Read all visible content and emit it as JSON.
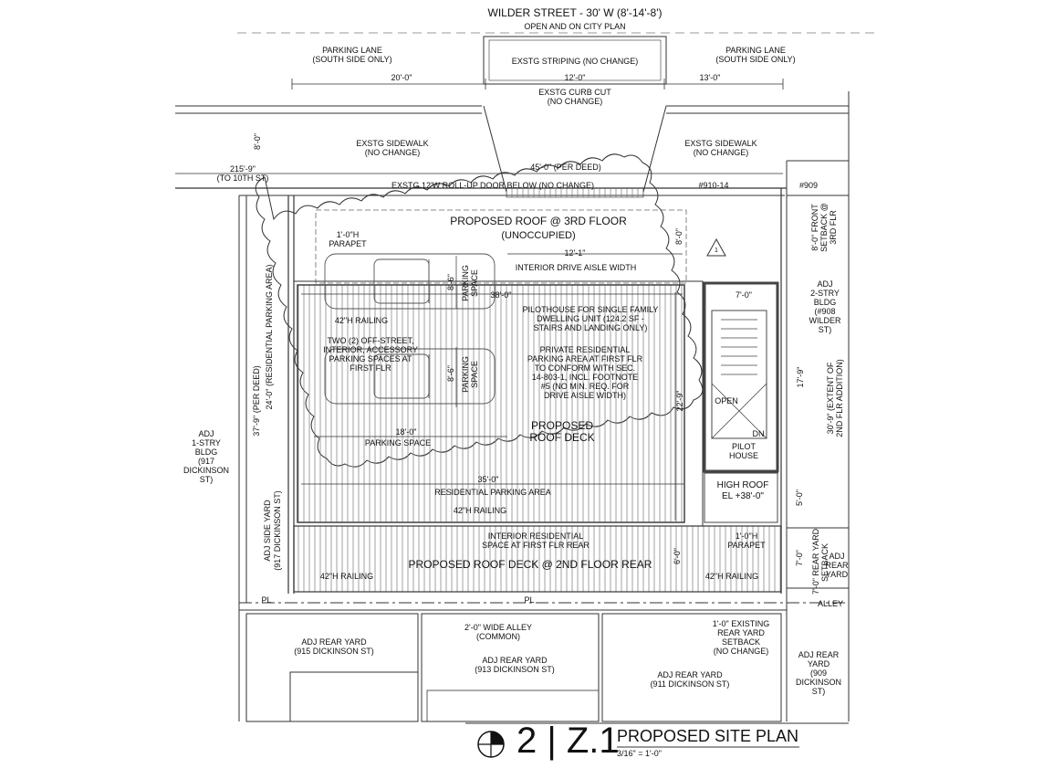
{
  "street": {
    "name": "WILDER STREET - 30' W (8'-14'-8')",
    "note": "OPEN AND ON CITY PLAN"
  },
  "labels": {
    "parking_lane_left": "PARKING LANE\n(SOUTH SIDE ONLY)",
    "parking_lane_right": "PARKING LANE\n(SOUTH SIDE ONLY)",
    "striping": "EXSTG STRIPING (NO CHANGE)",
    "dim_20": "20'-0\"",
    "dim_12": "12'-0\"",
    "dim_13": "13'-0\"",
    "curb_cut": "EXSTG CURB CUT\n(NO CHANGE)",
    "sidewalk_left": "EXSTG SIDEWALK\n(NO CHANGE)",
    "sidewalk_right": "EXSTG SIDEWALK\n(NO CHANGE)",
    "dim_8_top": "8'-0\"",
    "to_10th": "215'-9\"\n(TO 10TH ST)",
    "per_deed_45": "45'-0\" (PER DEED)",
    "rollup": "EXSTG 12'W ROLL-UP DOOR BELOW (NO CHANGE)",
    "addr_910": "#910-14",
    "addr_909": "#909",
    "roof_3rd": "PROPOSED ROOF @ 3RD FLOOR",
    "unoccupied": "(UNOCCUPIED)",
    "parapet_top": "1'-0\"H\nPARAPET",
    "dim_12_1": "12'-1\"",
    "drive_aisle": "INTERIOR DRIVE AISLE WIDTH",
    "dim_8_0_right": "8'-0\"",
    "revision": "1",
    "front_setback": "8'-0\" FRONT\nSETBACK @\n3RD FLR",
    "adj_2stry": "ADJ\n2-STRY\nBLDG\n(#908\nWILDER\nST)",
    "dim_8_6_a": "8'-6\"",
    "parking_space_v1": "PARKING\nSPACE",
    "dim_38": "38'-0\"",
    "dim_7": "7'-0\"",
    "railing_42_a": "42\"H RAILING",
    "pilothouse_note": "PILOTHOUSE FOR SINGLE FAMILY\nDWELLING UNIT (124.2 SF -\nSTAIRS AND LANDING ONLY)",
    "two_spaces": "TWO (2) OFF-STREET,\nINTERIOR, ACCESSORY\nPARKING SPACES AT\nFIRST FLR",
    "private_parking": "PRIVATE RESIDENTIAL\nPARKING AREA AT FIRST FLR\nTO CONFORM WITH SEC.\n14-803-1, INCL. FOOTNOTE\n#5 (NO MIN. REQ. FOR\nDRIVE AISLE WIDTH)",
    "dim_8_6_b": "8'-6\"",
    "parking_space_v2": "PARKING\nSPACE",
    "open": "OPEN",
    "dn": "DN",
    "pilot_house": "PILOT\nHOUSE",
    "proposed_roof_deck": "PROPOSED\nROOF DECK",
    "dim_22_9": "22'-9\"",
    "dim_17_9": "17'-9\"",
    "extent_2nd": "30'-9\" (EXTENT OF\n2ND FLR ADDITION)",
    "dim_18": "18'-0\"",
    "parking_space_h": "PARKING SPACE",
    "adj_1stry": "ADJ\n1-STRY\nBLDG\n(917\nDICKINSON\nST)",
    "per_deed_37": "37'-9\" (PER DEED)",
    "dim_24": "24'-0\" (RESIDENTIAL PARKING AREA)",
    "adj_side_yard": "ADJ SIDE YARD\n(917 DICKINSON ST)",
    "dim_35": "35'-0\"",
    "res_parking_area": "RESIDENTIAL PARKING AREA",
    "high_roof": "HIGH ROOF\nEL +38'-0\"",
    "dim_5": "5'-0\"",
    "railing_42_b": "42\"H RAILING",
    "interior_res": "INTERIOR RESIDENTIAL\nSPACE AT FIRST FLR REAR",
    "parapet_b": "1'-0\"H\nPARAPET",
    "dim_6": "6'-0\"",
    "roof_2nd": "PROPOSED ROOF DECK @ 2ND FLOOR REAR",
    "railing_42_c": "42\"H RAILING",
    "railing_42_d": "42\"H RAILING",
    "dim_7_rear": "7'-0\"",
    "rear_setback": "7'-0\" REAR YARD\nSETBACK",
    "adj_rear_yard_r": "ADJ\nREAR\nYARD",
    "alley": "ALLEY",
    "pl_left": "PL",
    "pl_mid": "PL",
    "wide_alley": "2'-0\" WIDE ALLEY\n(COMMON)",
    "existing_setback": "1'-0\" EXISTING\nREAR YARD\nSETBACK\n(NO CHANGE)",
    "adj_915": "ADJ REAR YARD\n(915 DICKINSON ST)",
    "adj_913": "ADJ REAR YARD\n(913 DICKINSON ST)",
    "adj_911": "ADJ REAR YARD\n(911 DICKINSON ST)",
    "adj_909": "ADJ REAR\nYARD\n(909\nDICKINSON\nST)"
  },
  "title": {
    "number": "2 | Z.1",
    "text": "PROPOSED SITE PLAN",
    "scale": "3/16\" = 1'-0\""
  }
}
